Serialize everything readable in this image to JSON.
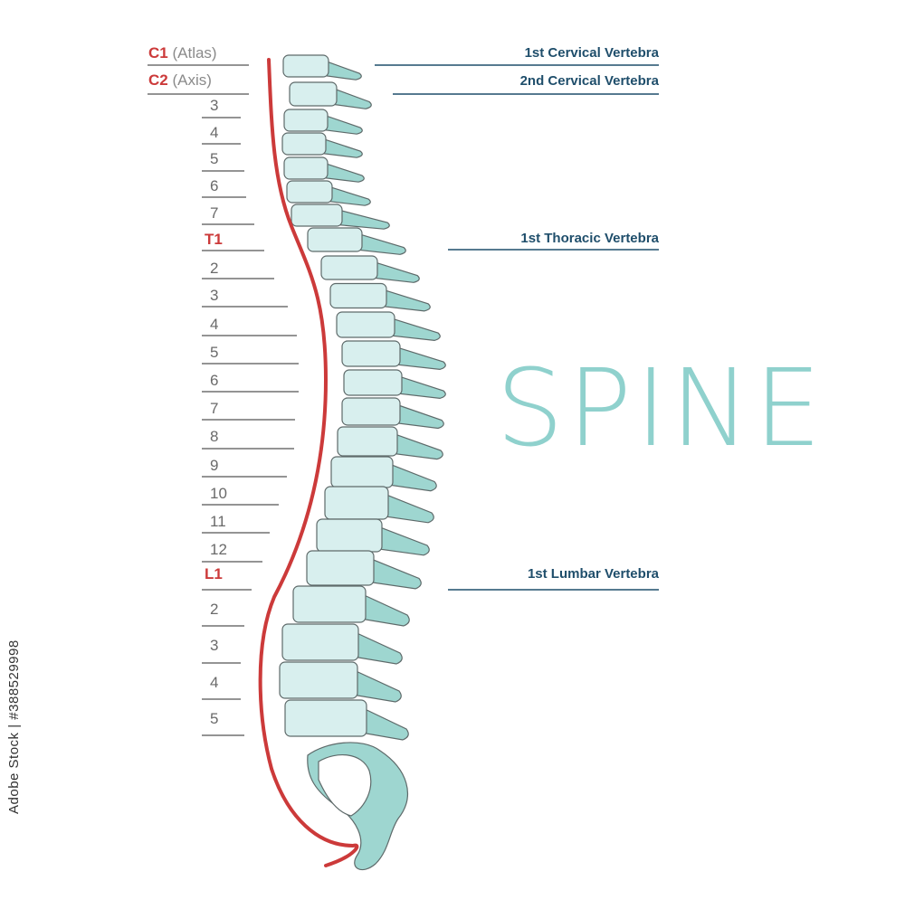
{
  "title": "SPINE",
  "left_labels": {
    "c1": {
      "code": "C1",
      "name": "(Atlas)"
    },
    "c2": {
      "code": "C2",
      "name": "(Axis)"
    },
    "cervical": [
      "3",
      "4",
      "5",
      "6",
      "7"
    ],
    "t1": "T1",
    "thoracic": [
      "2",
      "3",
      "4",
      "5",
      "6",
      "7",
      "8",
      "9",
      "10",
      "11",
      "12"
    ],
    "l1": "L1",
    "lumbar": [
      "2",
      "3",
      "4",
      "5"
    ]
  },
  "right_labels": {
    "first_cervical": "1st Cervical Vertebra",
    "second_cervical": "2nd Cervical Vertebra",
    "first_thoracic": "1st Thoracic Vertebra",
    "first_lumbar": "1st Lumbar Vertebra"
  },
  "watermark": "Adobe Stock | #388529998",
  "colors": {
    "bone_fill": "#d8efee",
    "process_fill": "#9ed6d0",
    "outline": "#5e6a6a",
    "curve": "#cc3a3a",
    "title": "#8fd1cd",
    "label_blue": "#1f4e6b",
    "accent_red": "#cc3a3a"
  }
}
